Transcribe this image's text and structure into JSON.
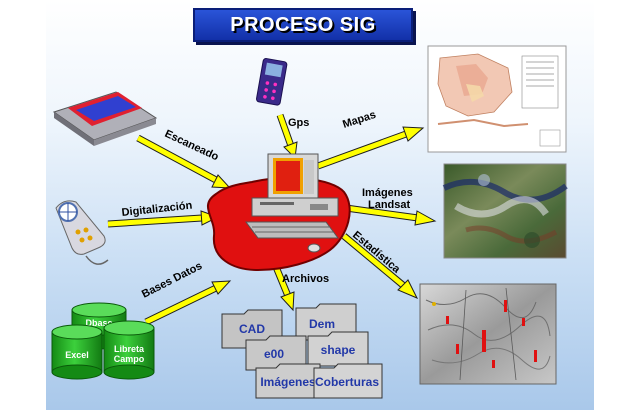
{
  "title": "PROCESO SIG",
  "inputs": {
    "scanner": "Escaneado",
    "digitizer": "Digitalización",
    "gps": "Gps",
    "databases": "Bases Datos"
  },
  "outputs": {
    "maps": "Mapas",
    "landsat_line1": "Imágenes",
    "landsat_line2": "Landsat",
    "statistics": "Estadística",
    "files": "Archivos"
  },
  "databases": [
    "Dbase",
    "Excel",
    "Libreta",
    "Campo"
  ],
  "file_types": [
    "CAD",
    "Dem",
    "e00",
    "shape",
    "Imágenes",
    "Coberturas"
  ],
  "colors": {
    "title_bg": "#1a3cc0",
    "arrow": "#ffff00",
    "base_red": "#e01010",
    "db_green": "#22b022",
    "folder_label": "#2238a8"
  }
}
